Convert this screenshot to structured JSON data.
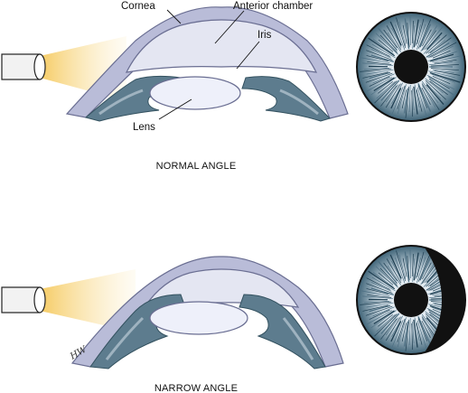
{
  "labels": {
    "cornea": "Cornea",
    "anterior_chamber": "Anterior chamber",
    "iris": "Iris",
    "lens": "Lens"
  },
  "captions": {
    "normal": "NORMAL ANGLE",
    "narrow": "NARROW ANGLE"
  },
  "artist_signature": "HW",
  "colors": {
    "cornea_fill": "#e4e6f2",
    "cornea_stroke": "#6a6e92",
    "sclera_band": "#b9bcd8",
    "iris_tissue": "#5d7c8e",
    "iris_tissue_light": "#9fb3c0",
    "lens_fill": "#eef0fa",
    "beam": "#f7d98c",
    "pupil": "#111111",
    "shadow": "#111111"
  },
  "diagrams": [
    {
      "id": "normal",
      "eye_shadow_fraction": 0
    },
    {
      "id": "narrow",
      "eye_shadow_fraction": 0.45
    }
  ]
}
